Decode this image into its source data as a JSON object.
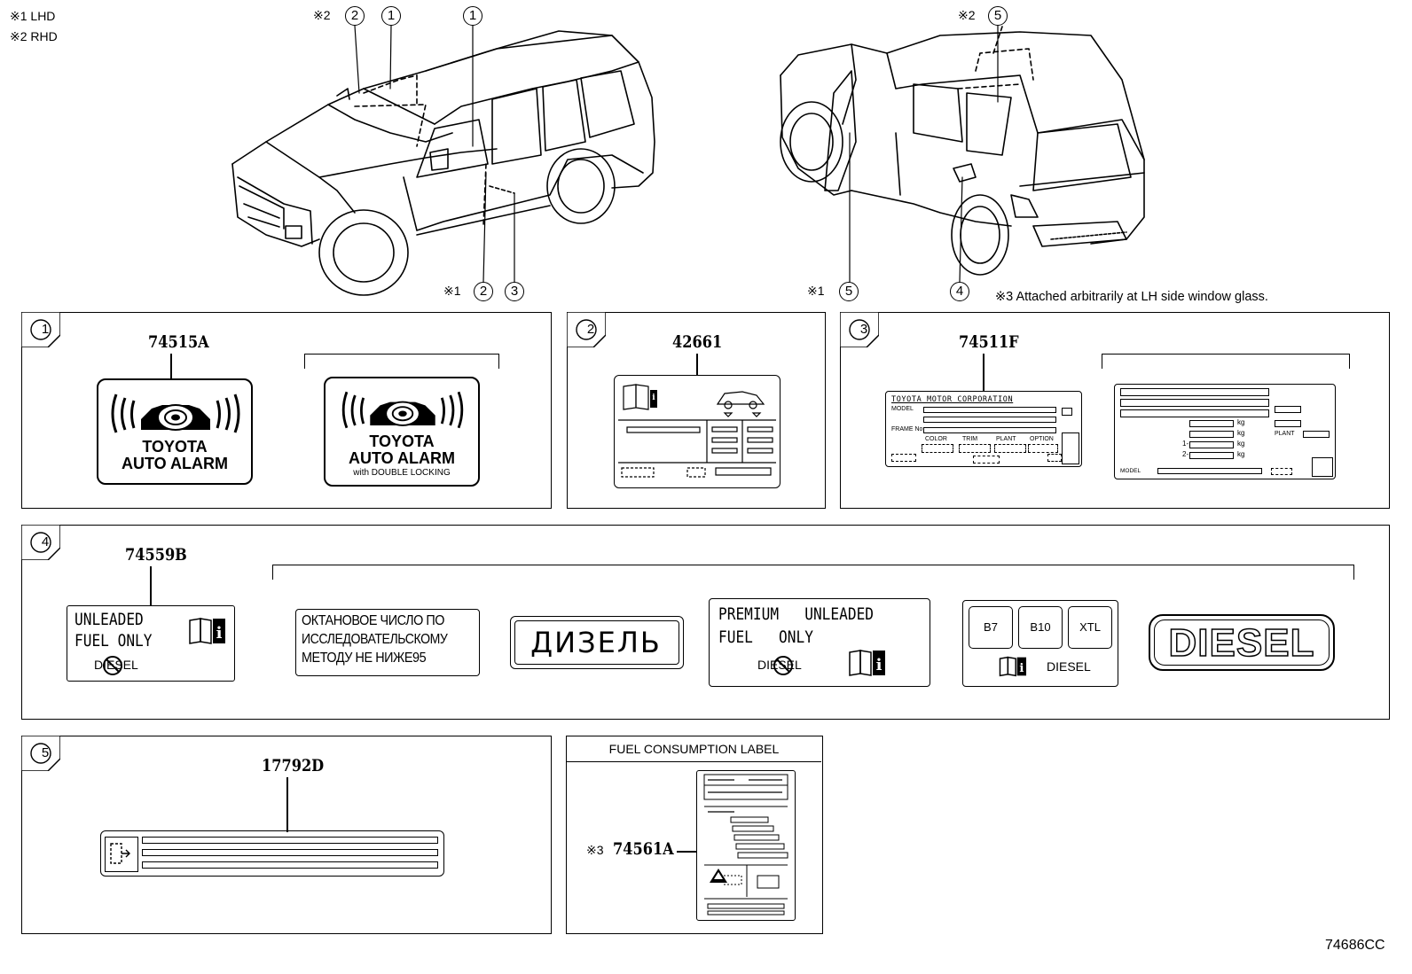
{
  "notes": {
    "lhd": "※1 LHD",
    "rhd": "※2 RHD",
    "window_note": "※3  Attached arbitrarily at LH side window glass.",
    "ref_mark_1": "※1",
    "ref_mark_2": "※2",
    "ref_mark_3": "※3"
  },
  "callouts": {
    "n1": "1",
    "n2": "2",
    "n3": "3",
    "n4": "4",
    "n5": "5"
  },
  "panels": {
    "p1": {
      "part_no": "74515A",
      "label_a": {
        "line1": "TOYOTA",
        "line2": "AUTO ALARM"
      },
      "label_b": {
        "line1": "TOYOTA",
        "line2": "AUTO ALARM",
        "line3": "with DOUBLE LOCKING"
      }
    },
    "p2": {
      "part_no": "42661"
    },
    "p3": {
      "part_no": "74511F",
      "plate_a": {
        "header": "TOYOTA MOTOR CORPORATION",
        "model": "MODEL",
        "frame": "FRAME No.",
        "color": "COLOR",
        "trim": "TRIM",
        "plant": "PLANT",
        "option": "OPTION"
      },
      "plate_b": {
        "kg1": "kg",
        "kg2": "kg",
        "kg3": "kg",
        "kg4": "kg",
        "one": "1-",
        "two": "2-",
        "plant": "PLANT",
        "model": "MODEL"
      }
    },
    "p4": {
      "part_no": "74559B",
      "unleaded": {
        "line1": "UNLEADED",
        "line2": "FUEL ONLY",
        "diesel": "DIESEL"
      },
      "russian_octane": {
        "line1": "ОКТАНОВОЕ ЧИСЛО ПО",
        "line2": "ИССЛЕДОВАТЕЛЬСКОМУ",
        "line3": "МЕТОДУ НЕ НИЖЕ95"
      },
      "russian_diesel": "ДИЗЕЛЬ",
      "premium": {
        "line1": "PREMIUM   UNLEADED",
        "line2": "FUEL   ONLY",
        "diesel": "DIESEL"
      },
      "bio": {
        "b7": "B7",
        "b10": "B10",
        "xtl": "XTL",
        "diesel": "DIESEL"
      },
      "diesel_big": "DIESEL"
    },
    "p5": {
      "part_no": "17792D"
    },
    "fuel": {
      "header": "FUEL CONSUMPTION LABEL",
      "part_no": "74561A"
    }
  },
  "drawing_code": "74686CC"
}
